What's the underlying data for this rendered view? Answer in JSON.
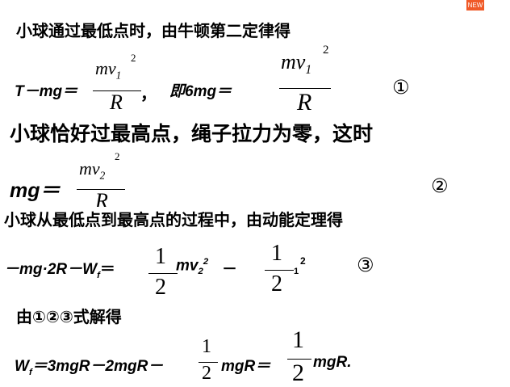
{
  "badge": {
    "label": "NEW",
    "color": "#f05a28"
  },
  "line1": "小球通过最低点时，由牛顿第二定律得",
  "eq1": {
    "lhs": "T－mg＝",
    "num": "mv",
    "sub": "1",
    "sup": "2",
    "den": "R",
    "comma": "，",
    "mid": "即6mg＝",
    "num2": "mv",
    "sub2": "1",
    "sup2": "2",
    "den2": "R",
    "mark": "①"
  },
  "line3": "小球恰好过最高点，绳子拉力为零，这时",
  "eq2": {
    "lhs": "mg＝",
    "num": "mv",
    "sub": "2",
    "sup": "2",
    "den": "R",
    "mark": "②"
  },
  "line5": "小球从最低点到最高点的过程中，由动能定理得",
  "eq3": {
    "lhs": "－mg·2R－W",
    "lhs_sub": "f",
    "eq": "＝",
    "f1_num": "1",
    "f1_den": "2",
    "term1": "mv",
    "term1_sub": "2",
    "term1_sup": "2",
    "minus": "－",
    "f2_num": "1",
    "f2_den": "2",
    "term2_sub": "1",
    "term2_sup": "2",
    "mark": "③"
  },
  "line7": "由①②③式解得",
  "eq4": {
    "w": "W",
    "w_sub": "f",
    "mid": "＝3mgR－2mgR－",
    "f1_num": "1",
    "f1_den": "2",
    "mid2": "mgR＝",
    "f2_num": "1",
    "f2_den": "2",
    "end": "mgR."
  }
}
